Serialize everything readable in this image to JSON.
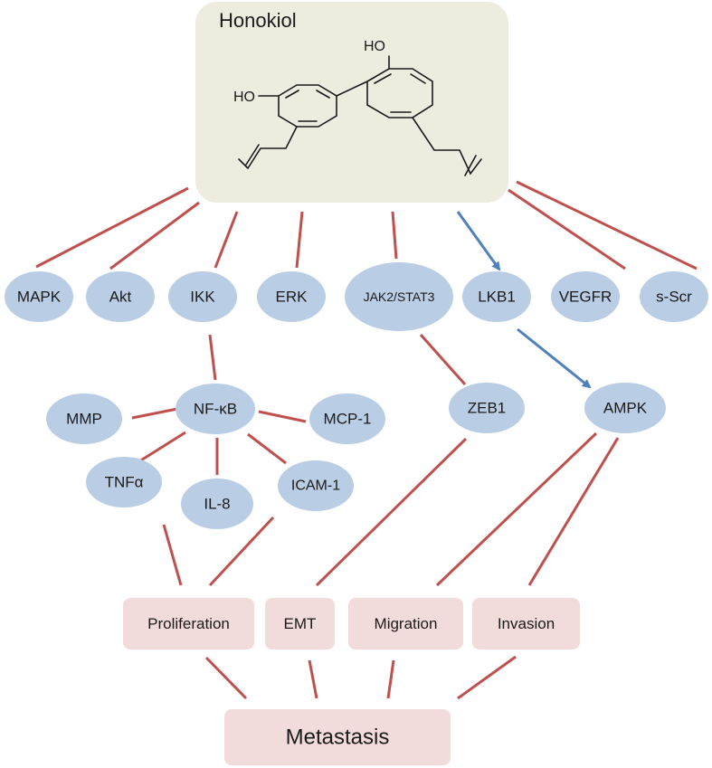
{
  "colors": {
    "inhibit_line": "#c0504d",
    "activate_arrow": "#4f81bd",
    "compound_box": "#eeebdf",
    "pathway_node": "#b9cde5",
    "outcome_box": "#f2dcdb",
    "text": "#1a1a1a"
  },
  "compound": {
    "name": "Honokiol",
    "hydroxyl_labels": [
      "HO",
      "HO"
    ]
  },
  "nodes": [
    {
      "id": "MAPK",
      "label": "MAPK",
      "kind": "pathway"
    },
    {
      "id": "Akt",
      "label": "Akt",
      "kind": "pathway"
    },
    {
      "id": "IKK",
      "label": "IKK",
      "kind": "pathway"
    },
    {
      "id": "ERK",
      "label": "ERK",
      "kind": "pathway"
    },
    {
      "id": "JAK2STAT3",
      "label": "JAK2/STAT3",
      "kind": "pathway"
    },
    {
      "id": "LKB1",
      "label": "LKB1",
      "kind": "pathway"
    },
    {
      "id": "VEGFR",
      "label": "VEGFR",
      "kind": "pathway"
    },
    {
      "id": "sScr",
      "label": "s-Scr",
      "kind": "pathway"
    },
    {
      "id": "MMP",
      "label": "MMP",
      "kind": "pathway"
    },
    {
      "id": "NFkB",
      "label": "NF-κB",
      "kind": "pathway"
    },
    {
      "id": "MCP1",
      "label": "MCP-1",
      "kind": "pathway"
    },
    {
      "id": "TNFa",
      "label": "TNFα",
      "kind": "pathway"
    },
    {
      "id": "IL8",
      "label": "IL-8",
      "kind": "pathway"
    },
    {
      "id": "ICAM1",
      "label": "ICAM-1",
      "kind": "pathway"
    },
    {
      "id": "ZEB1",
      "label": "ZEB1",
      "kind": "pathway"
    },
    {
      "id": "AMPK",
      "label": "AMPK",
      "kind": "pathway"
    },
    {
      "id": "Proliferation",
      "label": "Proliferation",
      "kind": "outcome"
    },
    {
      "id": "EMT",
      "label": "EMT",
      "kind": "outcome"
    },
    {
      "id": "Migration",
      "label": "Migration",
      "kind": "outcome"
    },
    {
      "id": "Invasion",
      "label": "Invasion",
      "kind": "outcome"
    },
    {
      "id": "Metastasis",
      "label": "Metastasis",
      "kind": "outcome"
    }
  ],
  "edges": [
    {
      "from": "Honokiol",
      "to": "MAPK",
      "type": "inhibit"
    },
    {
      "from": "Honokiol",
      "to": "Akt",
      "type": "inhibit"
    },
    {
      "from": "Honokiol",
      "to": "IKK",
      "type": "inhibit"
    },
    {
      "from": "Honokiol",
      "to": "ERK",
      "type": "inhibit"
    },
    {
      "from": "Honokiol",
      "to": "JAK2STAT3",
      "type": "inhibit"
    },
    {
      "from": "Honokiol",
      "to": "LKB1",
      "type": "activate"
    },
    {
      "from": "Honokiol",
      "to": "VEGFR",
      "type": "inhibit"
    },
    {
      "from": "Honokiol",
      "to": "sScr",
      "type": "inhibit"
    },
    {
      "from": "IKK",
      "to": "NFkB",
      "type": "inhibit"
    },
    {
      "from": "NFkB",
      "to": "MMP",
      "type": "inhibit"
    },
    {
      "from": "NFkB",
      "to": "MCP1",
      "type": "inhibit"
    },
    {
      "from": "NFkB",
      "to": "TNFa",
      "type": "inhibit"
    },
    {
      "from": "NFkB",
      "to": "IL8",
      "type": "inhibit"
    },
    {
      "from": "NFkB",
      "to": "ICAM1",
      "type": "inhibit"
    },
    {
      "from": "JAK2STAT3",
      "to": "ZEB1",
      "type": "inhibit"
    },
    {
      "from": "LKB1",
      "to": "AMPK",
      "type": "activate"
    },
    {
      "from": "TNFa",
      "to": "Proliferation",
      "type": "inhibit"
    },
    {
      "from": "ICAM1",
      "to": "Proliferation",
      "type": "inhibit"
    },
    {
      "from": "ZEB1",
      "to": "EMT",
      "type": "inhibit"
    },
    {
      "from": "AMPK",
      "to": "Migration",
      "type": "inhibit"
    },
    {
      "from": "AMPK",
      "to": "Invasion",
      "type": "inhibit"
    },
    {
      "from": "Proliferation",
      "to": "Metastasis",
      "type": "inhibit"
    },
    {
      "from": "EMT",
      "to": "Metastasis",
      "type": "inhibit"
    },
    {
      "from": "Migration",
      "to": "Metastasis",
      "type": "inhibit"
    },
    {
      "from": "Invasion",
      "to": "Metastasis",
      "type": "inhibit"
    }
  ]
}
